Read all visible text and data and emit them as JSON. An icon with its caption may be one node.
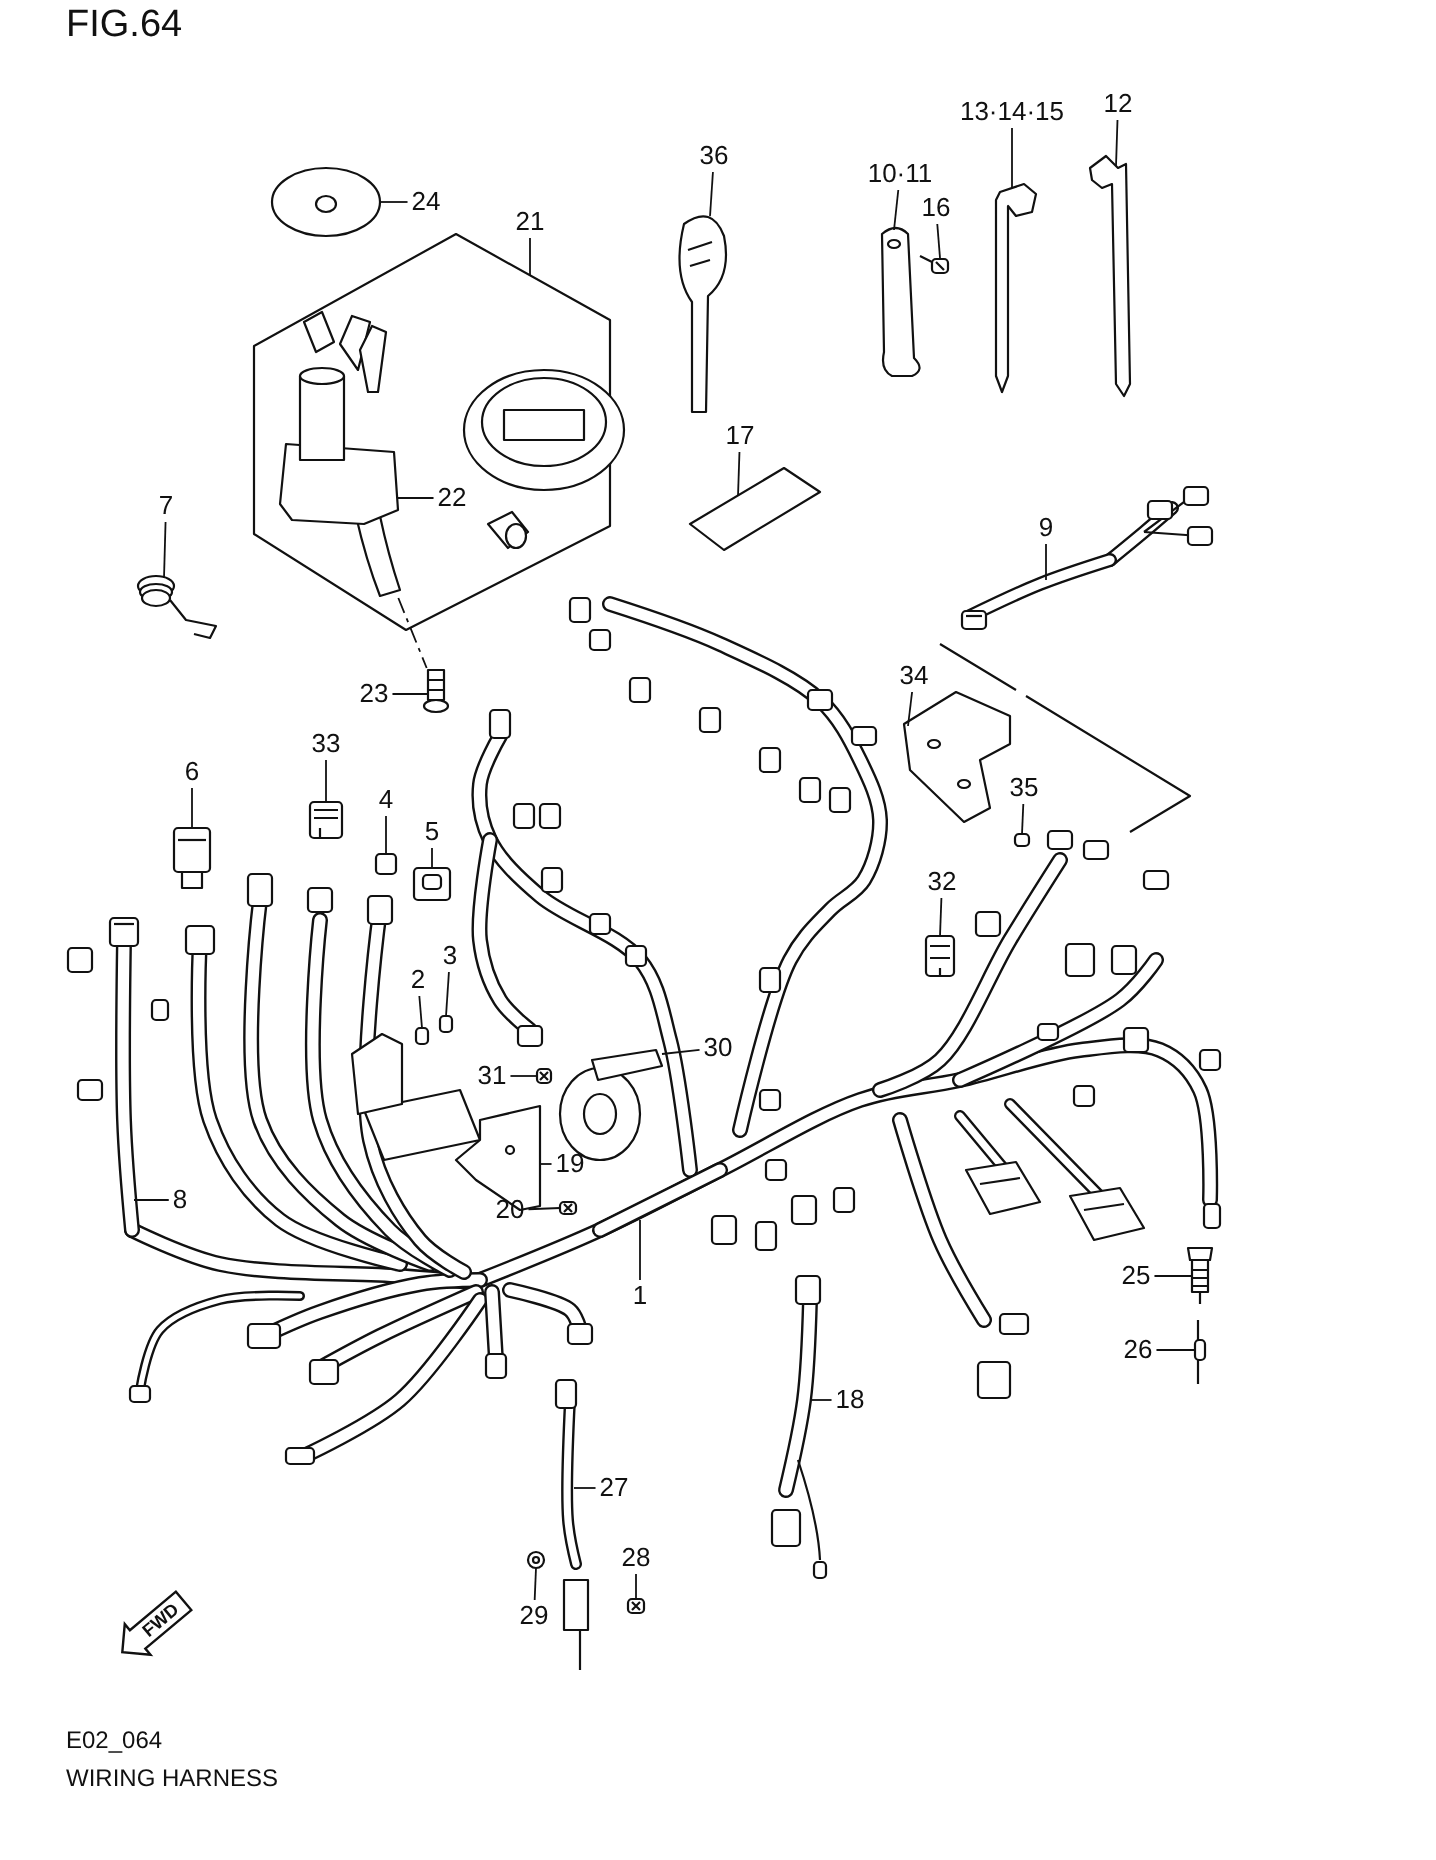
{
  "diagram": {
    "caption": "WIRING HARNESS",
    "nodes": [
      {
        "text": [
          "24"
        ]
      },
      {
        "text": [
          "21"
        ]
      },
      {
        "text": [
          "36"
        ]
      },
      {
        "text": [
          "10·11"
        ]
      },
      {
        "text": [
          "16"
        ]
      },
      {
        "text": [
          "13·14·15"
        ]
      },
      {
        "text": [
          "12"
        ]
      },
      {
        "text": [
          "17"
        ]
      },
      {
        "text": [
          "7"
        ]
      },
      {
        "text": [
          "22"
        ]
      },
      {
        "text": [
          "9"
        ]
      },
      {
        "text": [
          "23"
        ]
      },
      {
        "text": [
          "34"
        ]
      },
      {
        "text": [
          "33"
        ]
      },
      {
        "text": [
          "6"
        ]
      },
      {
        "text": [
          "4"
        ]
      },
      {
        "text": [
          "5"
        ]
      },
      {
        "text": [
          "35"
        ]
      },
      {
        "text": [
          "32"
        ]
      },
      {
        "text": [
          "3"
        ]
      },
      {
        "text": [
          "2"
        ]
      },
      {
        "text": [
          "30"
        ]
      },
      {
        "text": [
          "31"
        ]
      },
      {
        "text": [
          "19"
        ]
      },
      {
        "text": [
          "8"
        ]
      },
      {
        "text": [
          "20"
        ]
      },
      {
        "text": [
          "1"
        ]
      },
      {
        "text": [
          "25"
        ]
      },
      {
        "text": [
          "26"
        ]
      },
      {
        "text": [
          "18"
        ]
      },
      {
        "text": [
          "27"
        ]
      },
      {
        "text": [
          "28"
        ]
      },
      {
        "text": [
          "29"
        ]
      },
      {
        "text": [],
        "shape": "picture"
      },
      {
        "text": [],
        "shape": "picture"
      },
      {
        "text": [],
        "shape": "picture"
      },
      {
        "text": [],
        "shape": "picture"
      },
      {
        "text": [],
        "shape": "picture"
      },
      {
        "text": [],
        "shape": "picture"
      },
      {
        "text": [],
        "shape": "picture"
      },
      {
        "text": [],
        "shape": "picture"
      },
      {
        "text": [],
        "shape": "picture"
      },
      {
        "text": [],
        "shape": "picture"
      },
      {
        "text": [],
        "shape": "picture"
      },
      {
        "text": [],
        "shape": "picture"
      },
      {
        "text": [],
        "shape": "picture"
      },
      {
        "text": [],
        "shape": "picture"
      },
      {
        "text": [],
        "shape": "box"
      },
      {
        "text": [],
        "shape": "picture"
      },
      {
        "text": [],
        "shape": "box"
      },
      {
        "text": [],
        "shape": "picture"
      },
      {
        "text": [],
        "shape": "box"
      },
      {
        "text": [],
        "shape": "box"
      },
      {
        "text": [],
        "shape": "picture"
      },
      {
        "text": [],
        "shape": "picture"
      },
      {
        "text": [],
        "shape": "picture"
      },
      {
        "text": [],
        "shape": "picture"
      },
      {
        "text": [],
        "shape": "picture"
      },
      {
        "text": [],
        "shape": "picture"
      },
      {
        "text": [],
        "shape": "picture"
      },
      {
        "text": [],
        "shape": "picture"
      },
      {
        "text": [],
        "shape": "picture"
      },
      {
        "text": [],
        "shape": "picture"
      },
      {
        "text": [],
        "shape": "picture"
      },
      {
        "text": [],
        "shape": "picture"
      }
    ],
    "edges": [
      {
        "from": 0,
        "to": 33,
        "arrow": "none"
      },
      {
        "from": 1,
        "to": null,
        "arrow": "none"
      },
      {
        "from": 2,
        "to": 34,
        "arrow": "none"
      },
      {
        "from": 3,
        "to": 35,
        "arrow": "none"
      },
      {
        "from": 4,
        "to": 36,
        "arrow": "none"
      },
      {
        "from": 5,
        "to": 37,
        "arrow": "none"
      },
      {
        "from": 6,
        "to": 38,
        "arrow": "none"
      },
      {
        "from": 7,
        "to": 39,
        "arrow": "none"
      },
      {
        "from": 8,
        "to": 40,
        "arrow": "none"
      },
      {
        "from": 9,
        "to": 41,
        "arrow": "none"
      },
      {
        "from": 10,
        "to": 42,
        "arrow": "none"
      },
      {
        "from": 11,
        "to": 43,
        "arrow": "none"
      },
      {
        "from": 12,
        "to": 44,
        "arrow": "none"
      },
      {
        "from": 13,
        "to": 45,
        "arrow": "none"
      },
      {
        "from": 14,
        "to": 46,
        "arrow": "none"
      },
      {
        "from": 15,
        "to": 47,
        "arrow": "none"
      },
      {
        "from": 16,
        "to": 48,
        "arrow": "none"
      },
      {
        "from": 17,
        "to": 49,
        "arrow": "none"
      },
      {
        "from": 18,
        "to": 50,
        "arrow": "none"
      },
      {
        "from": 19,
        "to": 51,
        "arrow": "none"
      },
      {
        "from": 20,
        "to": 52,
        "arrow": "none"
      },
      {
        "from": 21,
        "to": 53,
        "arrow": "none"
      },
      {
        "from": 22,
        "to": 54,
        "arrow": "none"
      },
      {
        "from": 23,
        "to": 55,
        "arrow": "none"
      },
      {
        "from": 24,
        "to": 56,
        "arrow": "none"
      },
      {
        "from": 25,
        "to": 57,
        "arrow": "none"
      },
      {
        "from": 26,
        "to": 58,
        "arrow": "none"
      },
      {
        "from": 27,
        "to": 59,
        "arrow": "none"
      },
      {
        "from": 28,
        "to": 60,
        "arrow": "none"
      },
      {
        "from": 29,
        "to": 61,
        "arrow": "none"
      },
      {
        "from": 30,
        "to": 62,
        "arrow": "none"
      },
      {
        "from": 31,
        "to": 63,
        "arrow": "none"
      },
      {
        "from": 32,
        "to": 64,
        "arrow": "none"
      },
      {
        "from": 41,
        "to": 43,
        "arrow": "none",
        "style": "dashed"
      }
    ],
    "labels": [
      "FIG.64",
      "FWD",
      "E02_064"
    ]
  }
}
